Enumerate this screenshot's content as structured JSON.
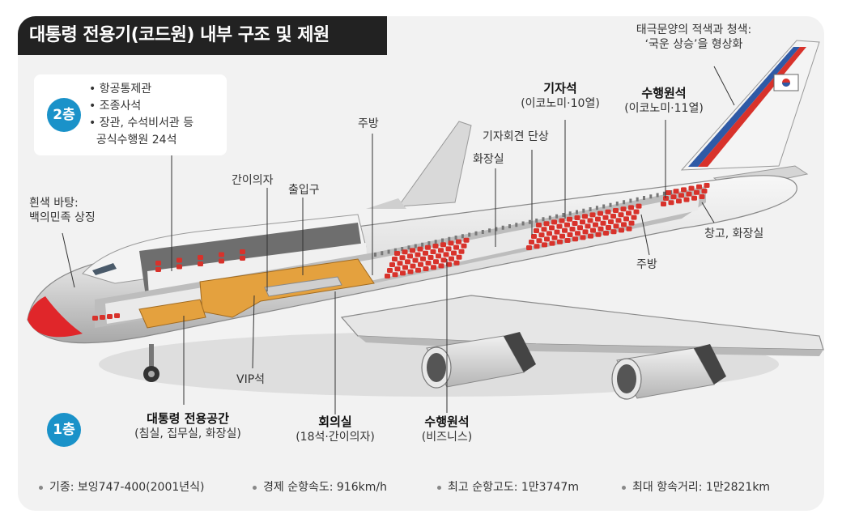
{
  "title": "대통령 전용기(코드원) 내부 구조 및 제원",
  "floor2": {
    "badge": "2층",
    "items": [
      "항공통제관",
      "조종사석",
      "장관, 수석비서관 등",
      "공식수행원 24석"
    ]
  },
  "floor1": {
    "badge": "1층"
  },
  "labels": {
    "white_bg_1": "흰색 바탕:",
    "white_bg_2": "백의민족 상징",
    "simple_chair_top": "간이의자",
    "entrance": "출입구",
    "kitchen_front": "주방",
    "toilet": "화장실",
    "press_podium": "기자회견 단상",
    "press_seat_title": "기자석",
    "press_seat_sub": "(이코노미·10열)",
    "entourage_eco_title": "수행원석",
    "entourage_eco_sub": "(이코노미·11열)",
    "taegeuk_1": "태극문양의 적색과 청색:",
    "taegeuk_2": "‘국운 상승’을 형상화",
    "storage_toilet": "창고, 화장실",
    "kitchen_rear": "주방",
    "vip_seat": "VIP석",
    "president_title": "대통령 전용공간",
    "president_sub": "(침실, 집무실, 화장실)",
    "meeting_title": "회의실",
    "meeting_sub": "(18석·간이의자)",
    "entourage_biz_title": "수행원석",
    "entourage_biz_sub": "(비즈니스)"
  },
  "specs": [
    "기종: 보잉747-400(2001년식)",
    "경제 순항속도: 916km/h",
    "최고 순항고도: 1만3747m",
    "최대 항속거리: 1만2821km"
  ],
  "colors": {
    "accent_blue": "#1a92c9",
    "seat_red": "#d8322b",
    "wood_orange": "#e4a13e",
    "nose_red": "#e0262a",
    "tail_blue": "#2f5aa6"
  }
}
